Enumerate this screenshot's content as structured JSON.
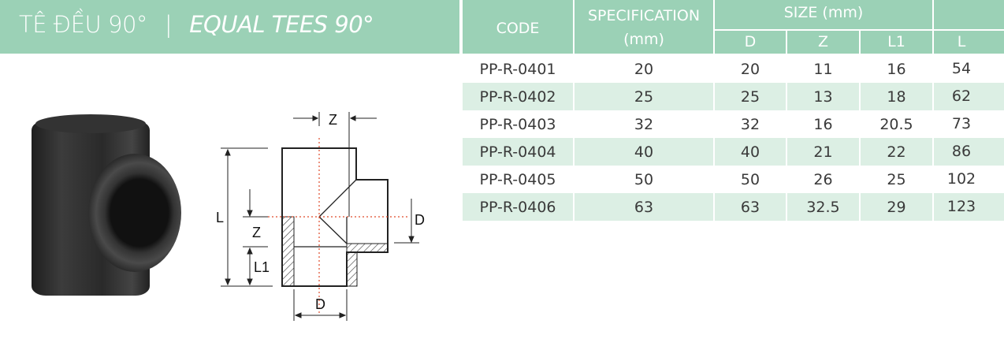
{
  "title": {
    "vi": "TÊ ĐỀU 90°",
    "separator": "|",
    "en": "EQUAL TEES 90°"
  },
  "colors": {
    "header": "#9bd1b6",
    "row_shade": "#dcefe4"
  },
  "table": {
    "headers": {
      "code": "CODE",
      "spec_line1": "SPECIFICATION",
      "spec_line2": "(mm)",
      "size": "SIZE (mm)",
      "d": "D",
      "z": "Z",
      "l1": "L1",
      "l": "L"
    },
    "rows": [
      {
        "code": "PP-R-0401",
        "spec": "20",
        "d": "20",
        "z": "11",
        "l1": "16"
      },
      {
        "code": "PP-R-0402",
        "spec": "25",
        "d": "25",
        "z": "13",
        "l1": "18"
      },
      {
        "code": "PP-R-0403",
        "spec": "32",
        "d": "32",
        "z": "16",
        "l1": "20.5"
      },
      {
        "code": "PP-R-0404",
        "spec": "40",
        "d": "40",
        "z": "21",
        "l1": "22"
      },
      {
        "code": "PP-R-0405",
        "spec": "50",
        "d": "50",
        "z": "26",
        "l1": "25"
      },
      {
        "code": "PP-R-0406",
        "spec": "63",
        "d": "63",
        "z": "32.5",
        "l1": "29"
      }
    ],
    "l_values": [
      "54",
      "62",
      "73",
      "86",
      "102",
      "123"
    ]
  },
  "diagram": {
    "z_top": "Z",
    "l": "L",
    "z_left": "Z",
    "l1": "L1",
    "d_right": "D",
    "d_bottom": "D"
  }
}
